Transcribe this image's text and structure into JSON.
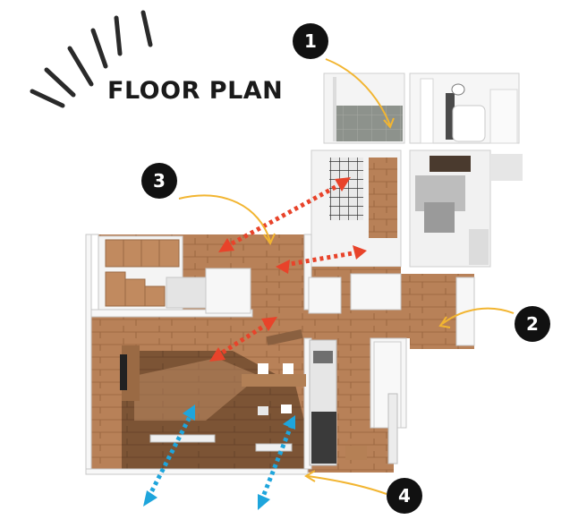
{
  "title": "FLOOR PLAN",
  "markers": [
    {
      "label": "1"
    },
    {
      "label": "2"
    },
    {
      "label": "3"
    },
    {
      "label": "4"
    }
  ],
  "colors": {
    "wood": "#b9825a",
    "wood_dark": "#7a5233",
    "wall": "#f2f2f2",
    "tile": "#8f948e",
    "accent_red": "#e8432a",
    "accent_blue": "#1ea5dc",
    "accent_yellow": "#f2b531",
    "badge": "#111111"
  },
  "icons": [
    "sunburst-strokes",
    "double-arrow-red",
    "double-arrow-blue",
    "callout-curve"
  ]
}
